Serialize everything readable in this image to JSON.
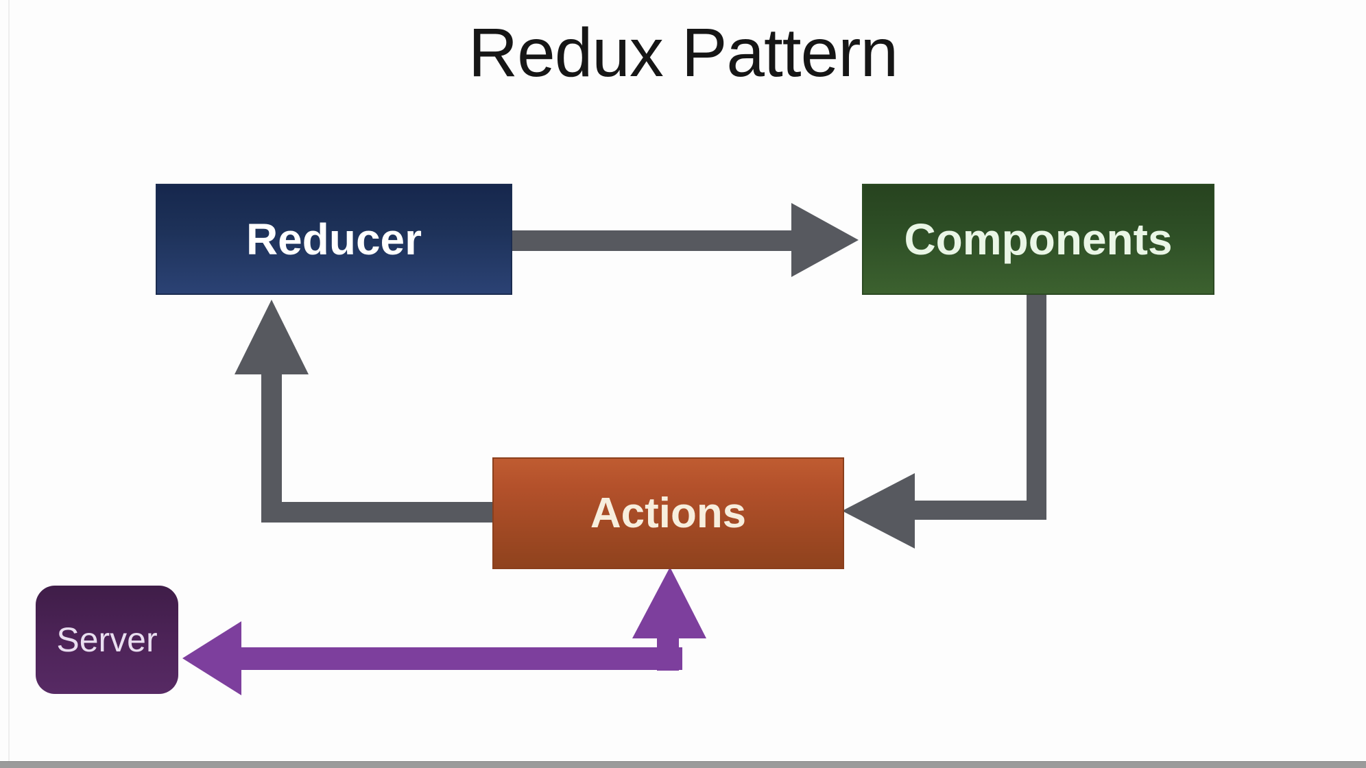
{
  "title": "Redux Pattern",
  "colors": {
    "background": "#fdfdfd",
    "title_text": "#161616",
    "arrow_gray": "#57595f",
    "arrow_purple": "#7d3f9d",
    "reducer_fill": "#1f3460",
    "components_fill": "#2e4f26",
    "actions_fill": "#a94d26",
    "server_fill": "#4b2257",
    "bottom_strip": "#9b9b9b"
  },
  "nodes": {
    "reducer": {
      "label": "Reducer"
    },
    "components": {
      "label": "Components"
    },
    "actions": {
      "label": "Actions"
    },
    "server": {
      "label": "Server"
    }
  },
  "edges": [
    {
      "name": "reducer-to-components",
      "from": "Reducer",
      "to": "Components",
      "style": "gray-block-arrow"
    },
    {
      "name": "components-to-actions",
      "from": "Components",
      "to": "Actions",
      "style": "gray-elbow-arrow"
    },
    {
      "name": "actions-to-reducer",
      "from": "Actions",
      "to": "Reducer",
      "style": "gray-elbow-arrow"
    },
    {
      "name": "actions-to-server",
      "from": "Actions",
      "to": "Server",
      "style": "purple-elbow-arrow",
      "double_headed": true
    }
  ]
}
